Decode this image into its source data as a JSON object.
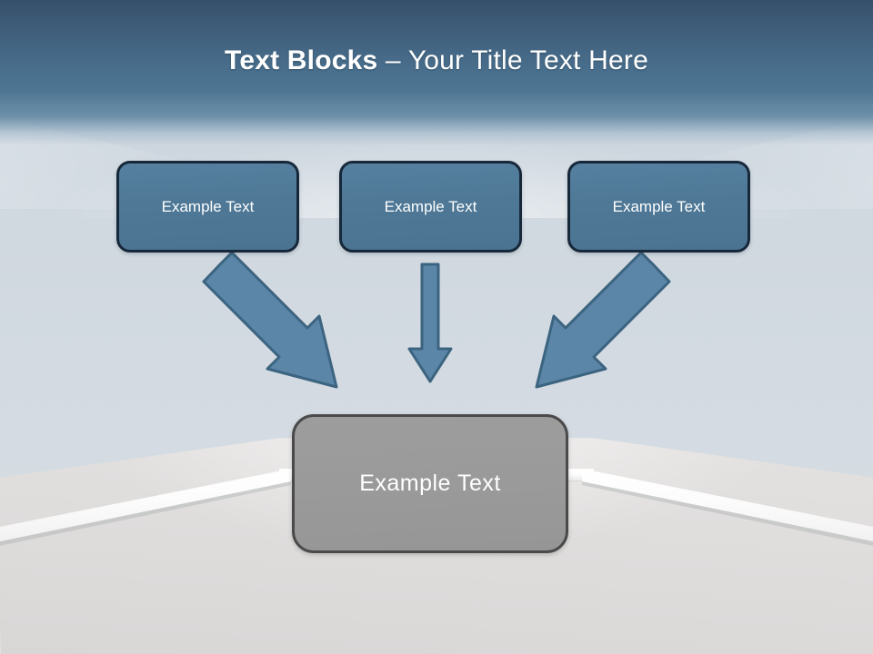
{
  "slide": {
    "title": {
      "strong": "Text Blocks",
      "separator": " – ",
      "light": "Your Title Text Here",
      "full": "Text Blocks – Your Title Text Here"
    },
    "top_boxes": [
      {
        "label": "Example Text"
      },
      {
        "label": "Example Text"
      },
      {
        "label": "Example Text"
      }
    ],
    "bottom_box": {
      "label": "Example Text"
    },
    "arrows": [
      {
        "name": "arrow-left-diagonal",
        "direction": "down-right"
      },
      {
        "name": "arrow-center-vertical",
        "direction": "down"
      },
      {
        "name": "arrow-right-diagonal",
        "direction": "down-left"
      }
    ],
    "colors": {
      "band_top": "#36506a",
      "band_bottom": "#4d7693",
      "box_fill": "#4e7896",
      "box_border": "#16283a",
      "gray_fill": "#9a9a9a",
      "gray_border": "#4a4a4a",
      "arrow_fill": "#5b86a8",
      "arrow_border": "#3c6480",
      "wall": "#ccd5de",
      "floor": "#e2e0df",
      "text": "#ffffff"
    }
  }
}
